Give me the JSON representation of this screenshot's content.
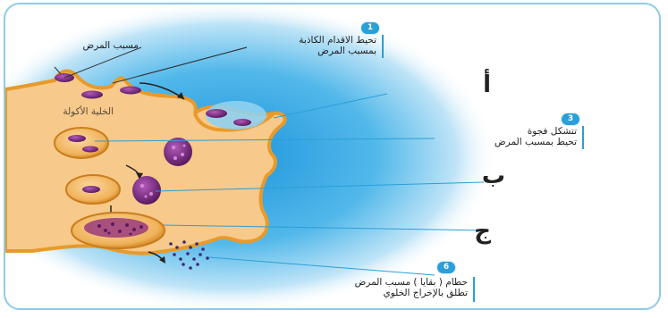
{
  "labels": {
    "pathogen": "مسبب المرض",
    "step1_line1": "تحيط الاقدام الكاذبة",
    "step1_line2": "بمسبب المرض",
    "phagocyte": "الخلية الأكولة",
    "step3_line1": "تتشكل فجوة",
    "step3_line2": "تحيط بمسبب المرض",
    "step6_line1": "حطام ( بقايا ) مسبب المرض",
    "step6_line2": "تطلق بالإخراج الخلوي"
  },
  "steps": {
    "one": "1",
    "three": "3",
    "six": "6"
  },
  "letters": {
    "a": "أ",
    "b": "ب",
    "c": "ج"
  },
  "colors": {
    "cytoplasm": "#f7c98a",
    "membrane": "#e89a2a",
    "extracellular": "#31a7e3",
    "pathogen": "#7a2a80",
    "accent": "#2a9fd8"
  }
}
